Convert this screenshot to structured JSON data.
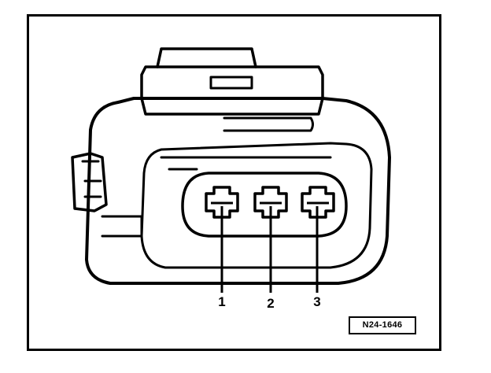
{
  "pins": [
    {
      "label": "1"
    },
    {
      "label": "2"
    },
    {
      "label": "3"
    }
  ],
  "figure_ref": "N24-1646"
}
